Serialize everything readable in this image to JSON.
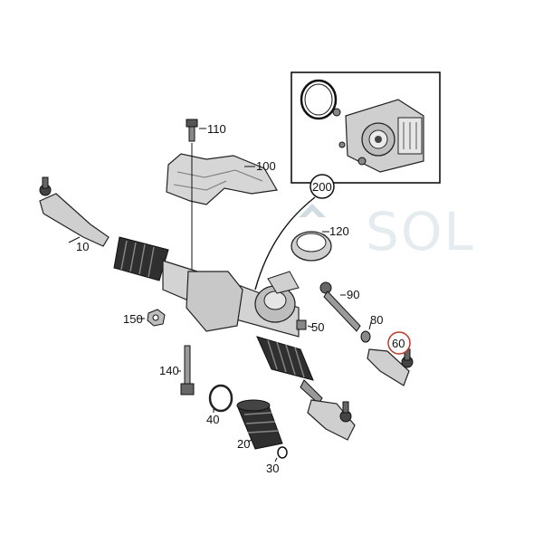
{
  "watermark": {
    "text": "SOL",
    "color": "#9fb9c6"
  },
  "callouts": {
    "c10": "10",
    "c20": "20",
    "c30": "30",
    "c40": "40",
    "c50": "50",
    "c60": "60",
    "c80": "80",
    "c90": "90",
    "c100": "100",
    "c110": "110",
    "c120": "120",
    "c140": "140",
    "c150": "150",
    "c200": "200"
  },
  "colors": {
    "line": "#111111",
    "circle_highlight": "#c0392b",
    "part_fill": "#d9d9d9",
    "part_dark": "#3a3a3a"
  }
}
